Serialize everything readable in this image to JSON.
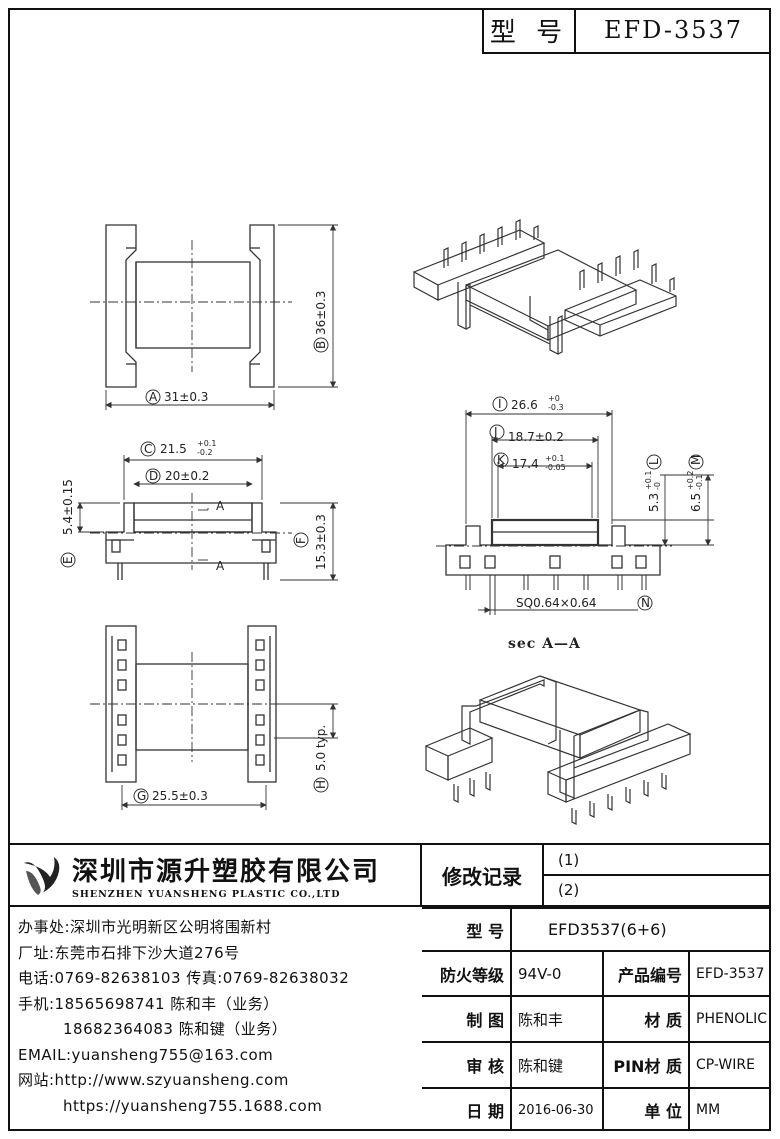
{
  "header": {
    "model_label": "型 号",
    "model_value": "EFD-3537"
  },
  "dimensions": {
    "A": "31±0.3",
    "B": "36±0.3",
    "C": "21.5",
    "C_tol_upper": "+0.1",
    "C_tol_lower": "-0.2",
    "D": "20±0.2",
    "E": "5.4±0.15",
    "F": "15.3±0.3",
    "G": "25.5±0.3",
    "H": "5.0 typ.",
    "I": "26.6",
    "I_tol_upper": "+0",
    "I_tol_lower": "-0.3",
    "J": "18.7±0.2",
    "K": "17.4",
    "K_tol_upper": "+0.1",
    "K_tol_lower": "-0.05",
    "L": "5.3",
    "L_tol_upper": "+0.1",
    "L_tol_lower": "-0",
    "M": "6.5",
    "M_tol_upper": "+0.2",
    "M_tol_lower": "-0.1",
    "N": "SQ0.64×0.64",
    "section_mark": "A",
    "section_label": "sec A—A"
  },
  "circled": {
    "A": "A",
    "B": "B",
    "C": "C",
    "D": "D",
    "E": "E",
    "F": "F",
    "G": "G",
    "H": "H",
    "I": "I",
    "J": "J",
    "K": "K",
    "L": "L",
    "M": "M",
    "N": "N"
  },
  "company": {
    "name_cn": "深圳市源升塑胶有限公司",
    "name_en": "SHENZHEN YUANSHENG PLASTIC CO.,LTD",
    "office": "办事处:深圳市光明新区公明将围新村",
    "factory": "厂址:东莞市石排下沙大道276号",
    "phone": "电话:0769-82638103 传真:0769-82638032",
    "mobile1": "手机:18565698741 陈和丰（业务）",
    "mobile2": "18682364083 陈和键（业务）",
    "email": "EMAIL:yuansheng755@163.com",
    "web1": "网站:http://www.szyuansheng.com",
    "web2": "https://yuansheng755.1688.com"
  },
  "revision": {
    "label": "修改记录",
    "r1": "(1)",
    "r2": "(2)"
  },
  "spec": {
    "model_label": "型 号",
    "model_value": "EFD3537(6+6)",
    "fire_label": "防火等级",
    "fire_value": "94V-0",
    "prodno_label": "产品编号",
    "prodno_value": "EFD-3537",
    "drawn_label": "制 图",
    "drawn_value": "陈和丰",
    "material_label": "材 质",
    "material_value": "PHENOLIC",
    "review_label": "审 核",
    "review_value": "陈和键",
    "pin_label": "PIN材 质",
    "pin_value": "CP-WIRE",
    "date_label": "日 期",
    "date_value": "2016-06-30",
    "unit_label": "单 位",
    "unit_value": "MM"
  }
}
